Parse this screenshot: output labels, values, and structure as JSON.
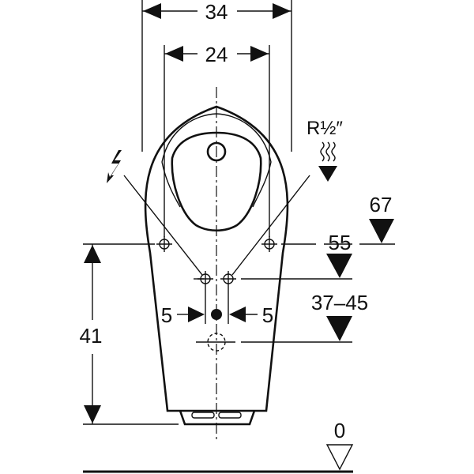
{
  "dimensions": {
    "width_outer": "34",
    "width_inner": "24",
    "height_left": "41",
    "offset_left": "5",
    "offset_right": "5"
  },
  "levels": {
    "water_supply_thread": "R½″",
    "level_67": "67",
    "level_55": "55",
    "level_drain": "37–45",
    "floor": "0"
  },
  "colors": {
    "line": "#111111",
    "background": "#ffffff"
  }
}
